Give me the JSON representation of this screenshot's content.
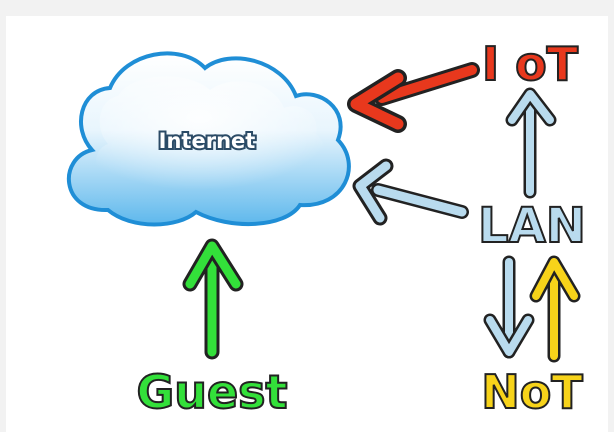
{
  "nodes": {
    "internet": {
      "label": "Internet"
    },
    "iot": {
      "label": "I oT"
    },
    "lan": {
      "label": "LAN"
    },
    "not": {
      "label": "NoT"
    },
    "guest": {
      "label": "Guest"
    }
  },
  "colors": {
    "cloud_fill_top": "#ffffff",
    "cloud_fill_bottom": "#5eb8ec",
    "cloud_stroke": "#1f8ed6",
    "iot": "#e8381d",
    "lan": "#b9dbee",
    "not": "#f7d31a",
    "guest": "#33e03a",
    "outline": "#222222"
  },
  "arrows": [
    {
      "from": "iot",
      "to": "internet",
      "color": "iot"
    },
    {
      "from": "lan",
      "to": "internet",
      "color": "lan"
    },
    {
      "from": "lan",
      "to": "iot",
      "color": "lan"
    },
    {
      "from": "lan",
      "to": "not",
      "color": "lan"
    },
    {
      "from": "not",
      "to": "lan",
      "color": "not"
    },
    {
      "from": "guest",
      "to": "internet",
      "color": "guest"
    }
  ]
}
